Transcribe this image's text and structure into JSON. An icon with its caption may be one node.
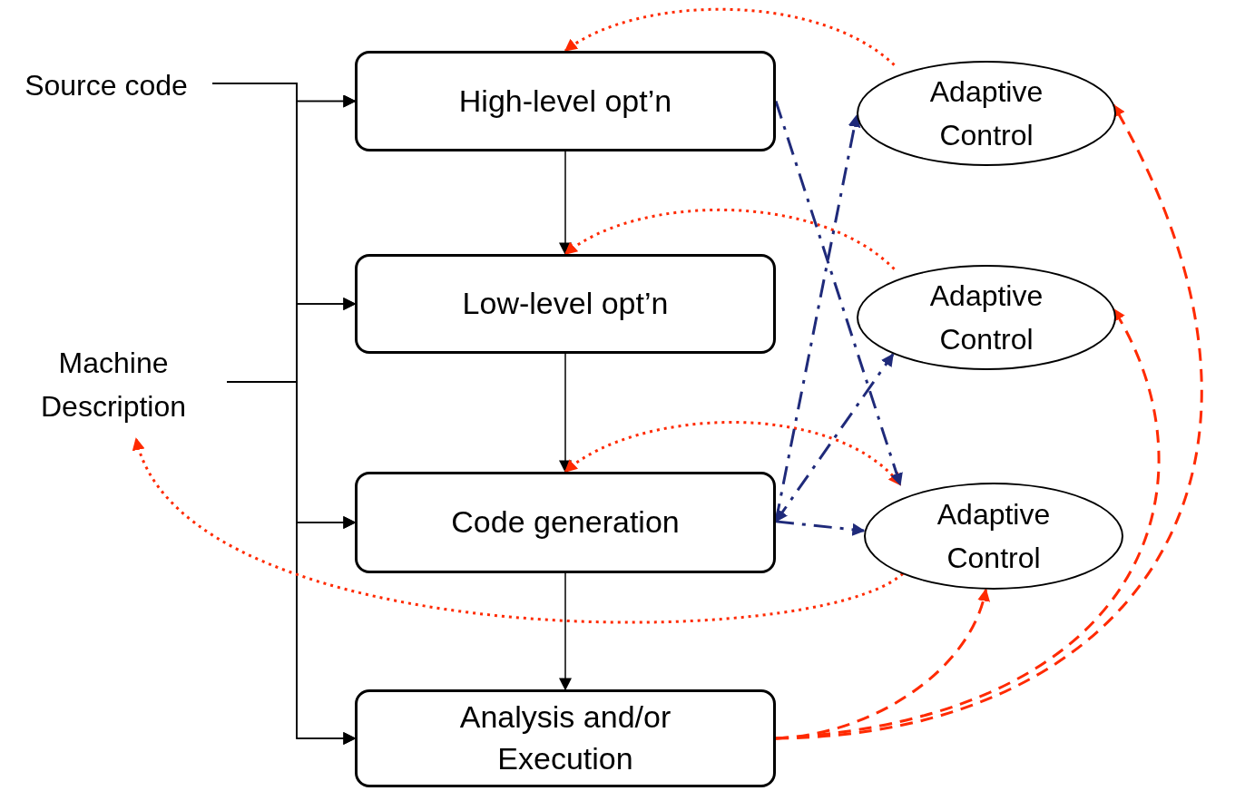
{
  "diagram": {
    "nodes": [
      {
        "text": [
          "Source code"
        ]
      },
      {
        "text": [
          "Machine Description"
        ]
      },
      {
        "text": [
          "High-level opt’n"
        ]
      },
      {
        "text": [
          "Low-level opt’n"
        ]
      },
      {
        "text": [
          "Code generation"
        ]
      },
      {
        "text": [
          "Analysis and/or Execution"
        ]
      },
      {
        "text": [
          "Adaptive Control"
        ]
      },
      {
        "text": [
          "Adaptive Control"
        ]
      },
      {
        "text": [
          "Adaptive Control"
        ]
      }
    ],
    "edges": [
      {
        "from": 0,
        "to": 2,
        "arrow": "to"
      },
      {
        "from": 0,
        "to": 3,
        "arrow": "to"
      },
      {
        "from": 0,
        "to": 4,
        "arrow": "to"
      },
      {
        "from": 0,
        "to": 5,
        "arrow": "to"
      },
      {
        "from": 1,
        "to": 2,
        "arrow": "to"
      },
      {
        "from": 1,
        "to": 3,
        "arrow": "to"
      },
      {
        "from": 1,
        "to": 4,
        "arrow": "to"
      },
      {
        "from": 1,
        "to": 5,
        "arrow": "to"
      },
      {
        "from": 2,
        "to": 3,
        "arrow": "to"
      },
      {
        "from": 3,
        "to": 4,
        "arrow": "to"
      },
      {
        "from": 4,
        "to": 5,
        "arrow": "to"
      },
      {
        "from": 6,
        "to": 2,
        "arrow": "to",
        "style": "dashed",
        "color": "#ff2a00"
      },
      {
        "from": 7,
        "to": 3,
        "arrow": "to",
        "style": "dashed",
        "color": "#ff2a00"
      },
      {
        "from": 4,
        "to": 8,
        "arrow": "both",
        "style": "dashed",
        "color": "#ff2a00"
      },
      {
        "from": 8,
        "to": 1,
        "arrow": "to",
        "style": "dashed",
        "color": "#ff2a00"
      },
      {
        "from": 5,
        "to": 8,
        "arrow": "to",
        "style": "dashed",
        "color": "#ff2a00"
      },
      {
        "from": 5,
        "to": 7,
        "arrow": "to",
        "style": "dashed",
        "color": "#ff2a00"
      },
      {
        "from": 5,
        "to": 6,
        "arrow": "to",
        "style": "dashed",
        "color": "#ff2a00"
      },
      {
        "from": 2,
        "to": 8,
        "arrow": "to",
        "style": "dashed",
        "color": "#1f2a7a"
      },
      {
        "from": 4,
        "to": 6,
        "arrow": "to",
        "style": "dashed",
        "color": "#1f2a7a"
      },
      {
        "from": 4,
        "to": 7,
        "arrow": "both",
        "style": "dashed",
        "color": "#1f2a7a"
      },
      {
        "from": 4,
        "to": 8,
        "arrow": "to",
        "style": "dashed",
        "color": "#1f2a7a"
      }
    ]
  }
}
